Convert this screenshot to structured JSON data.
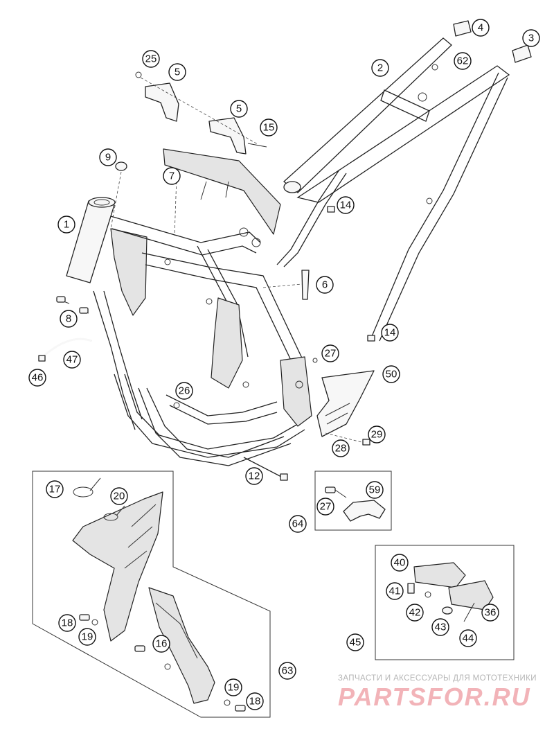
{
  "callouts": [
    {
      "id": "c-4",
      "label": "4"
    },
    {
      "id": "c-3",
      "label": "3"
    },
    {
      "id": "c-2",
      "label": "2"
    },
    {
      "id": "c-62",
      "label": "62"
    },
    {
      "id": "c-25",
      "label": "25"
    },
    {
      "id": "c-5a",
      "label": "5"
    },
    {
      "id": "c-5b",
      "label": "5"
    },
    {
      "id": "c-15",
      "label": "15"
    },
    {
      "id": "c-9",
      "label": "9"
    },
    {
      "id": "c-7",
      "label": "7"
    },
    {
      "id": "c-1",
      "label": "1"
    },
    {
      "id": "c-14a",
      "label": "14"
    },
    {
      "id": "c-6",
      "label": "6"
    },
    {
      "id": "c-8",
      "label": "8"
    },
    {
      "id": "c-14b",
      "label": "14"
    },
    {
      "id": "c-47",
      "label": "47"
    },
    {
      "id": "c-46",
      "label": "46"
    },
    {
      "id": "c-27a",
      "label": "27"
    },
    {
      "id": "c-50",
      "label": "50"
    },
    {
      "id": "c-26",
      "label": "26"
    },
    {
      "id": "c-29",
      "label": "29"
    },
    {
      "id": "c-28",
      "label": "28"
    },
    {
      "id": "c-12",
      "label": "12"
    },
    {
      "id": "c-17",
      "label": "17"
    },
    {
      "id": "c-20",
      "label": "20"
    },
    {
      "id": "c-59",
      "label": "59"
    },
    {
      "id": "c-27b",
      "label": "27"
    },
    {
      "id": "c-64",
      "label": "64"
    },
    {
      "id": "c-40",
      "label": "40"
    },
    {
      "id": "c-41",
      "label": "41"
    },
    {
      "id": "c-42",
      "label": "42"
    },
    {
      "id": "c-36",
      "label": "36"
    },
    {
      "id": "c-43",
      "label": "43"
    },
    {
      "id": "c-44",
      "label": "44"
    },
    {
      "id": "c-45",
      "label": "45"
    },
    {
      "id": "c-18a",
      "label": "18"
    },
    {
      "id": "c-19a",
      "label": "19"
    },
    {
      "id": "c-16",
      "label": "16"
    },
    {
      "id": "c-63",
      "label": "63"
    },
    {
      "id": "c-19b",
      "label": "19"
    },
    {
      "id": "c-18b",
      "label": "18"
    }
  ],
  "watermark": {
    "tagline": "ЗАПЧАСТИ И АКСЕССУАРЫ ДЛЯ МОТОТЕХНИКИ",
    "logo": "PARTSFOR.RU",
    "logo_color": "#f2b3b8"
  }
}
